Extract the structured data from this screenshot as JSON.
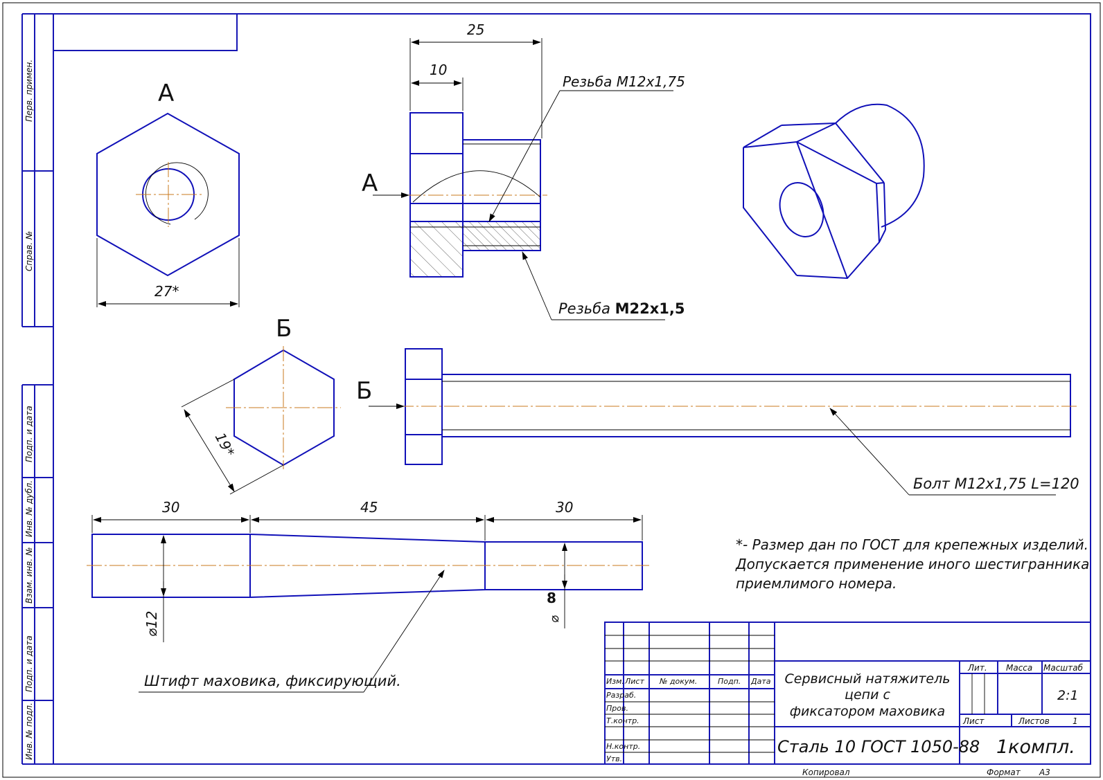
{
  "side_labels": {
    "perv_primen": "Перв. примен.",
    "sprav_no": "Справ. №",
    "podp_data_1": "Подп. и дата",
    "inv_dubl": "Инв. № дубл.",
    "vzam_inv": "Взам. инв. №",
    "podp_data_2": "Подп. и дата",
    "inv_podl": "Инв. № подл."
  },
  "nut": {
    "view_label": "А",
    "dim_width": "27*",
    "dim_length": "25",
    "dim_head": "10",
    "thread_inner": "Резьба М12х1,75",
    "thread_outer_prefix": "Резьба ",
    "thread_outer_bold": "М22х1,5"
  },
  "bolt": {
    "view_label": "Б",
    "dim_hex": "19*",
    "name": "Болт М12х1,75 L=120"
  },
  "pin": {
    "dim_left": "30",
    "dim_mid": "45",
    "dim_right": "30",
    "dia_left": "⌀12",
    "dia_right_value": "8",
    "dia_right_sym": "⌀",
    "name": "Штифт маховика, фиксирующий."
  },
  "note": {
    "line1": "*- Размер дан по ГОСТ для крепежных изделий.",
    "line2": "Допускается применение иного шестигранника",
    "line3": "приемлимого номера."
  },
  "title_block": {
    "col_izm": "Изм.",
    "col_list": "Лист",
    "col_doc": "№ докум.",
    "col_podp": "Подп.",
    "col_date": "Дата",
    "row_razrab": "Разраб.",
    "row_prov": "Пров.",
    "row_tkontr": "Т.контр.",
    "row_nkontr": "Н.контр.",
    "row_utv": "Утв.",
    "title_line1": "Сервисный натяжитель",
    "title_line2": "цепи с",
    "title_line3": "фиксатором маховика",
    "lit": "Лит.",
    "massa": "Масса",
    "masshtab": "Масштаб",
    "scale_value": "2:1",
    "list": "Лист",
    "listov": "Листов",
    "listov_value": "1",
    "material": "Сталь 10  ГОСТ 1050-88",
    "quantity": "1компл.",
    "kopiroval": "Копировал",
    "format": "Формат",
    "format_value": "А3"
  }
}
